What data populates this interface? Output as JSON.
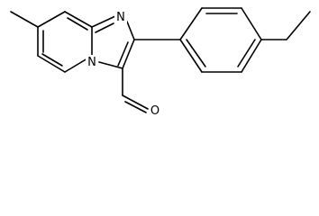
{
  "molecule": {
    "structure_type": "skeletal formula",
    "atoms": {
      "imine_nitrogen": "N",
      "bridgehead_nitrogen": "N",
      "aldehyde_oxygen": "O"
    },
    "colors": {
      "bond": "#000000",
      "label": "#000000",
      "background": "#ffffff"
    }
  }
}
